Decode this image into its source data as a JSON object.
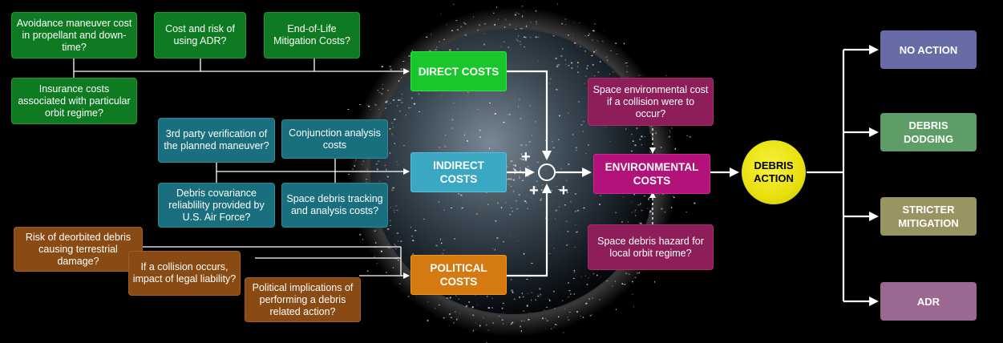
{
  "questions": {
    "avoidance": "Avoidance maneuver cost in propellant and down-time?",
    "adr_cost": "Cost and risk of using ADR?",
    "eol": "End-of-Life Mitigation Costs?",
    "insurance": "Insurance costs associated with particular orbit regime?",
    "third_party": "3rd party verification of the planned maneuver?",
    "conjunction": "Conjunction analysis costs",
    "covariance": "Debris covariance reliablility provided by U.S. Air Force?",
    "tracking": "Space debris tracking and analysis costs?",
    "deorbit": "Risk of deorbited debris causing terrestrial damage?",
    "legal": "If a collision occurs, impact of legal liability?",
    "political_impl": "Political implications of performing a debris related action?",
    "env_cost": "Space environmental cost if a collision were to occur?",
    "hazard": "Space debris hazard for local orbit regime?"
  },
  "categories": {
    "direct": "DIRECT COSTS",
    "indirect": "INDIRECT COSTS",
    "political": "POLITICAL COSTS",
    "environmental": "ENVIRONMENTAL COSTS"
  },
  "summing_signs": {
    "top": "+",
    "left": "+",
    "right": "+"
  },
  "decision": "DEBRIS ACTION",
  "outcomes": {
    "no_action": "NO ACTION",
    "dodging": "DEBRIS DODGING",
    "stricter": "STRICTER MITIGATION",
    "adr": "ADR"
  },
  "colors": {
    "direct": "#19c72c",
    "indirect": "#3aa7c3",
    "political": "#d57a10",
    "environmental": "#b2127a",
    "decision": "#e9e00e"
  }
}
